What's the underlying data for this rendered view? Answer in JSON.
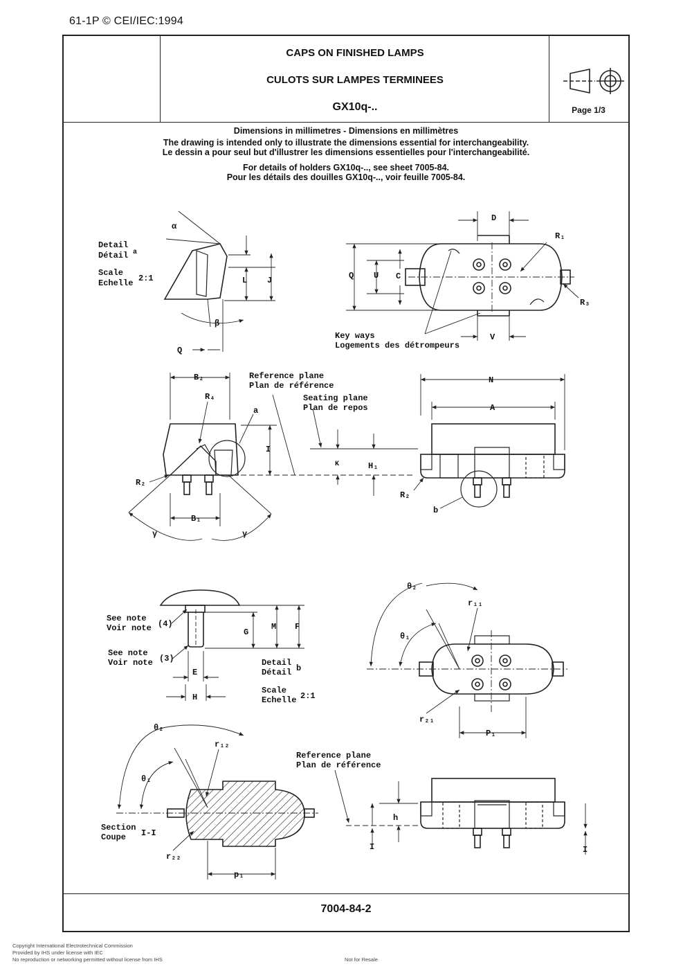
{
  "header": {
    "doc_ref": "61-1P © CEI/IEC:1994",
    "title_en": "CAPS ON FINISHED LAMPS",
    "title_fr": "CULOTS SUR LAMPES TERMINEES",
    "designation": "GX10q-..",
    "page": "Page 1/3"
  },
  "notes": {
    "dimensions": "Dimensions in millimetres - Dimensions en millimètres",
    "intent_en": "The drawing is intended only to illustrate the dimensions essential for interchangeability.",
    "intent_fr": "Le dessin a pour seul but d'illustrer les dimensions essentielles pour l'interchangeabilité.",
    "holders_en": "For details of holders GX10q-.., see sheet 7005-84.",
    "holders_fr": "Pour les détails des douilles GX10q-.., voir feuille 7005-84."
  },
  "drawing": {
    "detail_a": {
      "en": "Detail",
      "fr": "Détail",
      "id": "a",
      "scale_en": "Scale",
      "scale_fr": "Echelle",
      "scale": "2:1"
    },
    "detail_b": {
      "en": "Detail",
      "fr": "Détail",
      "id": "b",
      "scale_en": "Scale",
      "scale_fr": "Echelle",
      "scale": "2:1"
    },
    "keyways_en": "Key ways",
    "keyways_fr": "Logements des détrompeurs",
    "reference_plane_en": "Reference plane",
    "reference_plane_fr": "Plan de référence",
    "seating_plane_en": "Seating plane",
    "seating_plane_fr": "Plan de repos",
    "see_note_en": "See note",
    "see_note_fr": "Voir note",
    "note4": "(4)",
    "note3": "(3)",
    "section_en": "Section",
    "section_fr": "Coupe",
    "section_id": "I-I",
    "dims": {
      "alpha": "α",
      "beta": "β",
      "gamma": "γ",
      "theta1": "θ₁",
      "theta2": "θ₂",
      "L": "L",
      "J": "J",
      "Q": "Q",
      "D": "D",
      "R1": "R₁",
      "R2": "R₂",
      "R3": "R₃",
      "R4": "R₄",
      "U": "U",
      "C": "C",
      "V": "V",
      "B1": "B₁",
      "B2": "B₂",
      "I": "I",
      "N": "N",
      "A": "A",
      "K": "K",
      "H1": "H₁",
      "a": "a",
      "b": "b",
      "G": "G",
      "M": "M",
      "F": "F",
      "E": "E",
      "H": "H",
      "r11": "r₁₁",
      "r12": "r₁₂",
      "r21": "r₂₁",
      "r22": "r₂₂",
      "p1": "p₁",
      "P1": "P₁",
      "h": "h"
    }
  },
  "footer": {
    "sheet_number": "7004-84-2",
    "copyright": "Copyright International Electrotechnical Commission",
    "provided": "Provided by IHS under license with IEC",
    "reproduction": "No reproduction or networking permitted without license from IHS",
    "resale": "Not for Resale"
  }
}
